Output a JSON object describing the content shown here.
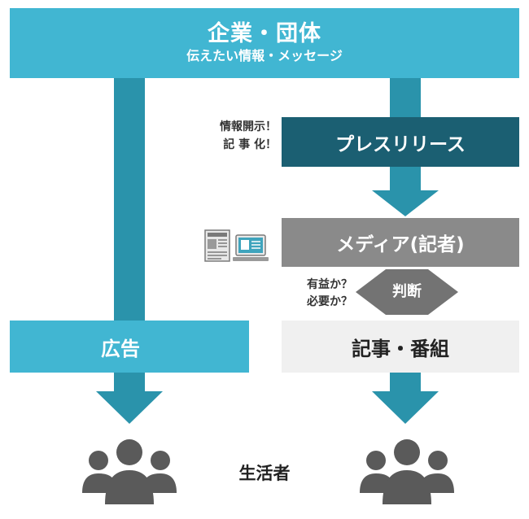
{
  "company": {
    "title": "企業・団体",
    "subtitle": "伝えたい情報・メッセージ"
  },
  "press": {
    "label": "プレスリリース",
    "note_line1": "情報開示！",
    "note_line2": "記 事 化！"
  },
  "media": {
    "label": "メディア(記者)",
    "icon": "newspaper-computer-icon"
  },
  "judgement": {
    "label": "判断",
    "note_line1": "有益か？",
    "note_line2": "必要か？"
  },
  "ad": {
    "label": "広告"
  },
  "article": {
    "label": "記事・番組"
  },
  "consumer": {
    "label": "生活者",
    "icon": "people-group-icon"
  },
  "colors": {
    "light_blue": "#41b6d2",
    "arrow_teal": "#2a93ab",
    "dark_teal": "#1b5f72",
    "media_gray": "#8a8a8a",
    "judge_gray": "#737373",
    "people_gray": "#5a5a5a"
  }
}
